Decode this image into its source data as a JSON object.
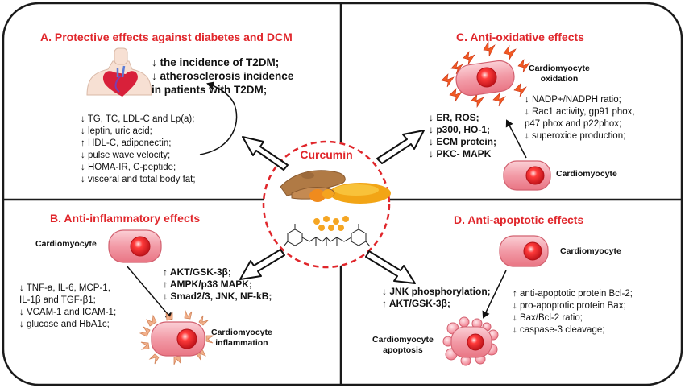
{
  "center": {
    "title": "Curcumin"
  },
  "panelA": {
    "title": "A. Protective effects against diabetes and DCM",
    "headline": [
      "↓ the incidence of T2DM;",
      "↓ atherosclerosis incidence",
      "in patients with T2DM;"
    ],
    "list": [
      "↓ TG, TC, LDL-C and Lp(a);",
      "↓ leptin, uric acid;",
      "↑ HDL-C, adiponectin;",
      "↓ pulse wave velocity;",
      "↓ HOMA-IR, C-peptide;",
      "↓ visceral and total body fat;"
    ]
  },
  "panelB": {
    "title": "B. Anti-inflammatory effects",
    "cell_label": "Cardiomyocyte",
    "inflamed_label": [
      "Cardiomyocyte",
      "inflammation"
    ],
    "list": [
      "↓ TNF-a, IL-6, MCP-1,",
      "IL-1β and TGF-β1;",
      "↓ VCAM-1 and ICAM-1;",
      "↓ glucose and HbA1c;"
    ],
    "pathways": [
      "↑ AKT/GSK-3β;",
      "↑ AMPK/p38 MAPK;",
      "↓ Smad2/3, JNK, NF-kB;"
    ]
  },
  "panelC": {
    "title": "C. Anti-oxidative effects",
    "oxidized_label": [
      "Cardiomyocyte",
      "oxidation"
    ],
    "cell_label": "Cardiomyocyte",
    "list": [
      "↓ NADP+/NADPH ratio;",
      "↓ Rac1 activity, gp91 phox,",
      "p47 phox and p22phox;",
      "↓ superoxide production;"
    ],
    "pathways": [
      "↓ ER, ROS;",
      "↓ p300, HO-1;",
      "↓ ECM protein;",
      "↓ PKC- MAPK"
    ]
  },
  "panelD": {
    "title": "D. Anti-apoptotic effects",
    "cell_label": "Cardiomyocyte",
    "apoptosis_label": [
      "Cardiomyocyte",
      "apoptosis"
    ],
    "list": [
      "↑ anti-apoptotic protein Bcl-2;",
      "↓ pro-apoptotic protein Bax;",
      "↓ Bax/Bcl-2 ratio;",
      "↓ caspase-3 cleavage;"
    ],
    "pathways": [
      "↓ JNK phosphorylation;",
      "↑ AKT/GSK-3β;"
    ]
  },
  "colors": {
    "title_red": "#e0262b",
    "cell_fill": "#f4a3ad",
    "nucleus": "#e41e26",
    "curcumin_orange": "#f5a623",
    "border": "#1a1a1a"
  }
}
